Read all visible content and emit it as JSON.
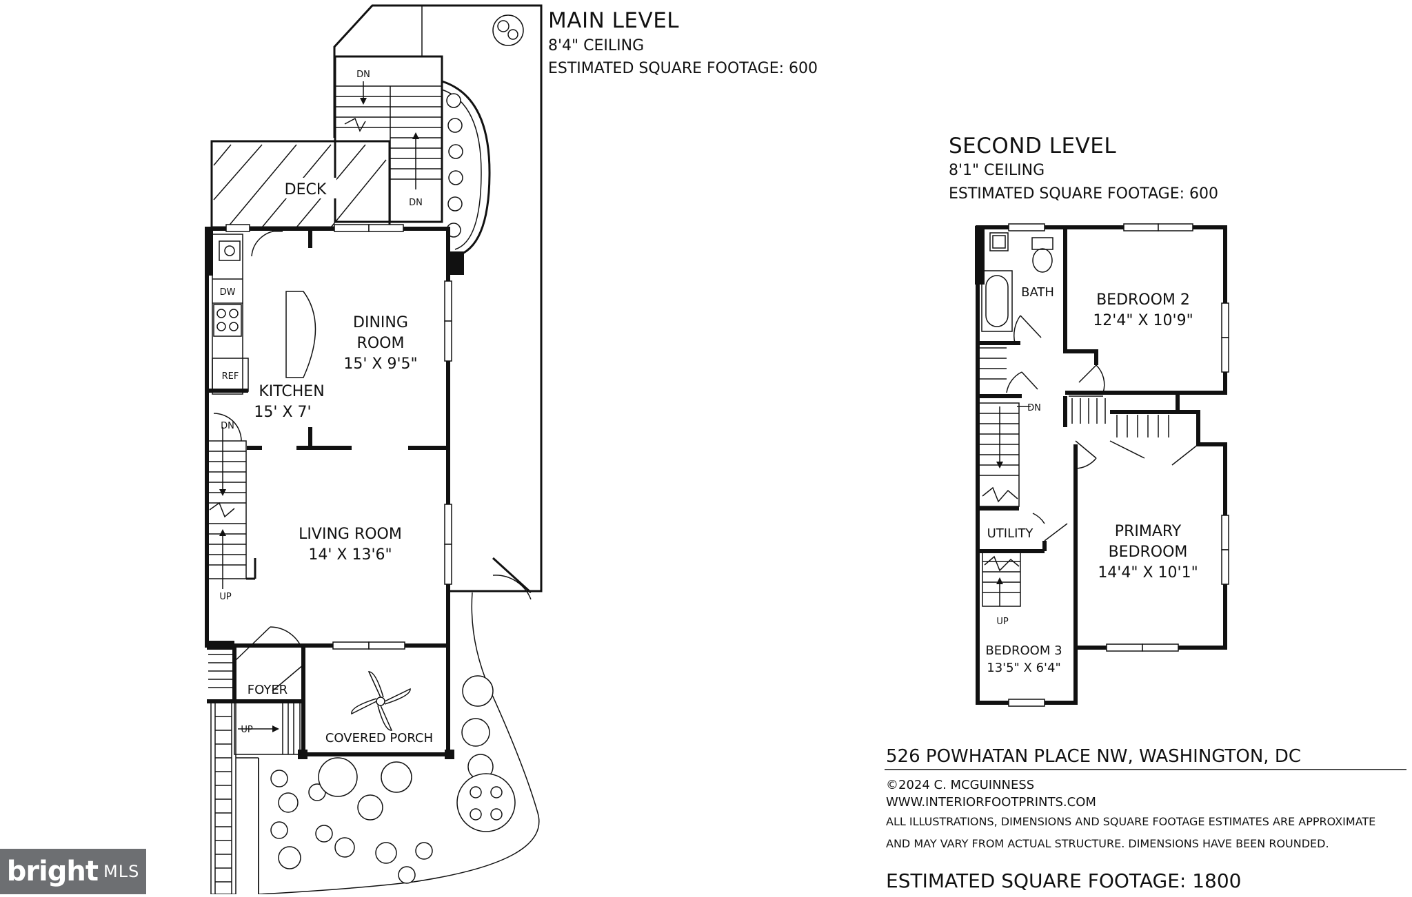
{
  "main_level": {
    "title": "MAIN LEVEL",
    "ceiling": "8'4\" CEILING",
    "sqft": "ESTIMATED SQUARE FOOTAGE: 600",
    "rooms": {
      "deck": "DECK",
      "dining_name1": "DINING",
      "dining_name2": "ROOM",
      "dining_dim": "15' X 9'5\"",
      "kitchen_name": "KITCHEN",
      "kitchen_dim": "15' X 7'",
      "living_name": "LIVING ROOM",
      "living_dim": "14' X 13'6\"",
      "foyer": "FOYER",
      "porch": "COVERED PORCH"
    },
    "labels": {
      "dn_top1": "DN",
      "dn_top2": "DN",
      "dw": "DW",
      "ref": "REF",
      "dn_stair": "DN",
      "up_stair": "UP",
      "up_steps": "UP"
    }
  },
  "second_level": {
    "title": "SECOND LEVEL",
    "ceiling": "8'1\" CEILING",
    "sqft": "ESTIMATED SQUARE FOOTAGE: 600",
    "rooms": {
      "bath": "BATH",
      "bed2_name": "BEDROOM 2",
      "bed2_dim": "12'4\" X 10'9\"",
      "primary_name1": "PRIMARY",
      "primary_name2": "BEDROOM",
      "primary_dim": "14'4\" X 10'1\"",
      "utility": "UTILITY",
      "bed3_name": "BEDROOM 3",
      "bed3_dim": "13'5\" X 6'4\""
    },
    "labels": {
      "dn": "DN",
      "up": "UP"
    }
  },
  "footer": {
    "address": "526 POWHATAN PLACE NW, WASHINGTON, DC",
    "copyright": "©2024 C. MCGUINNESS",
    "website": "WWW.INTERIORFOOTPRINTS.COM",
    "disclaimer1": "ALL ILLUSTRATIONS, DIMENSIONS AND SQUARE FOOTAGE ESTIMATES ARE APPROXIMATE",
    "disclaimer2": "AND MAY VARY FROM ACTUAL STRUCTURE. DIMENSIONS HAVE BEEN ROUNDED.",
    "total_sqft": "ESTIMATED SQUARE FOOTAGE: 1800"
  },
  "watermark": {
    "brand": "bright",
    "mls": "MLS"
  }
}
